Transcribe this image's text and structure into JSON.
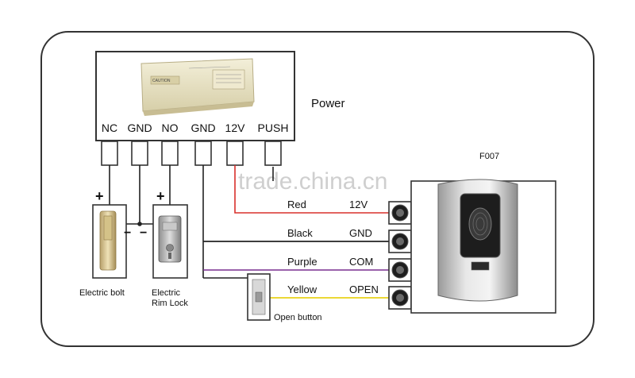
{
  "watermark": "trade.china.cn",
  "power_supply": {
    "title": "Power",
    "caution_text": "CAUTION",
    "terminals": [
      "NC",
      "GND",
      "NO",
      "GND",
      "12V",
      "PUSH"
    ]
  },
  "reader": {
    "model": "F007"
  },
  "wires": [
    {
      "color_name": "Red",
      "terminal": "12V",
      "color": "#d9302b"
    },
    {
      "color_name": "Black",
      "terminal": "GND",
      "color": "#222222"
    },
    {
      "color_name": "Purple",
      "terminal": "COM",
      "color": "#7a2f8f"
    },
    {
      "color_name": "Yellow",
      "terminal": "OPEN",
      "color": "#e8d21a"
    }
  ],
  "components": {
    "electric_bolt": "Electric bolt",
    "rim_lock_line1": "Electric",
    "rim_lock_line2": "Rim Lock",
    "open_button": "Open button",
    "plus_sign": "+",
    "minus_sign": "−"
  },
  "colors": {
    "frame": "#333333",
    "psu_body": "#e9e3c6"
  }
}
